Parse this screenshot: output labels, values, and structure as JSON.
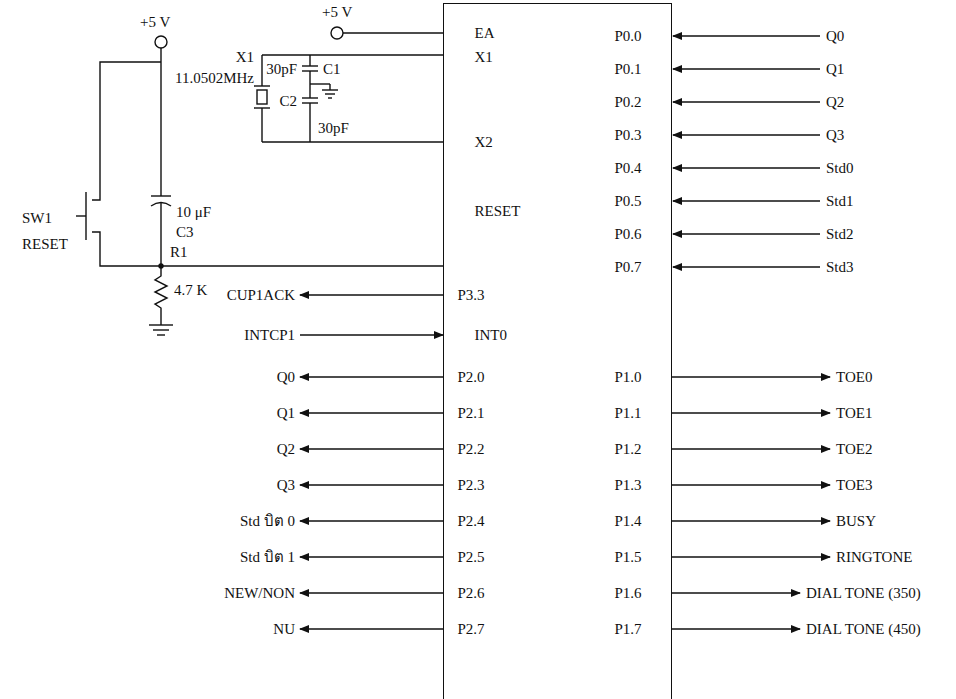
{
  "diagram": {
    "nodes": [
      {
        "text": [
          "EA",
          "X1",
          "X2",
          "RESET",
          "INT0",
          "P3.3",
          "P2.0",
          "P2.1",
          "P2.2",
          "P2.3",
          "P2.4",
          "P2.5",
          "P2.6",
          "P2.7",
          "P0.0",
          "P0.1",
          "P0.2",
          "P0.3",
          "P0.4",
          "P0.5",
          "P0.6",
          "P0.7",
          "P1.0",
          "P1.1",
          "P1.2",
          "P1.3",
          "P1.4",
          "P1.5",
          "P1.6",
          "P1.7"
        ]
      }
    ],
    "labels": [
      "+5 V",
      "X1",
      "11.0502MHz",
      "30pF",
      "C1",
      "C2",
      "30pF",
      "+5 V",
      "SW1",
      "RESET",
      "10 μF",
      "C3",
      "R1",
      "4.7 K",
      "CUP1ACK",
      "INTCP1",
      "Q0",
      "Q1",
      "Q2",
      "Q3",
      "Std บิต 0",
      "Std บิต 1",
      "NEW/NON",
      "NU",
      "Q0",
      "Q1",
      "Q2",
      "Q3",
      "Std0",
      "Std1",
      "Std2",
      "Std3",
      "TOE0",
      "TOE1",
      "TOE2",
      "TOE3",
      "BUSY",
      "RINGTONE",
      "DIAL TONE (350)",
      "DIAL TONE (450)"
    ]
  }
}
